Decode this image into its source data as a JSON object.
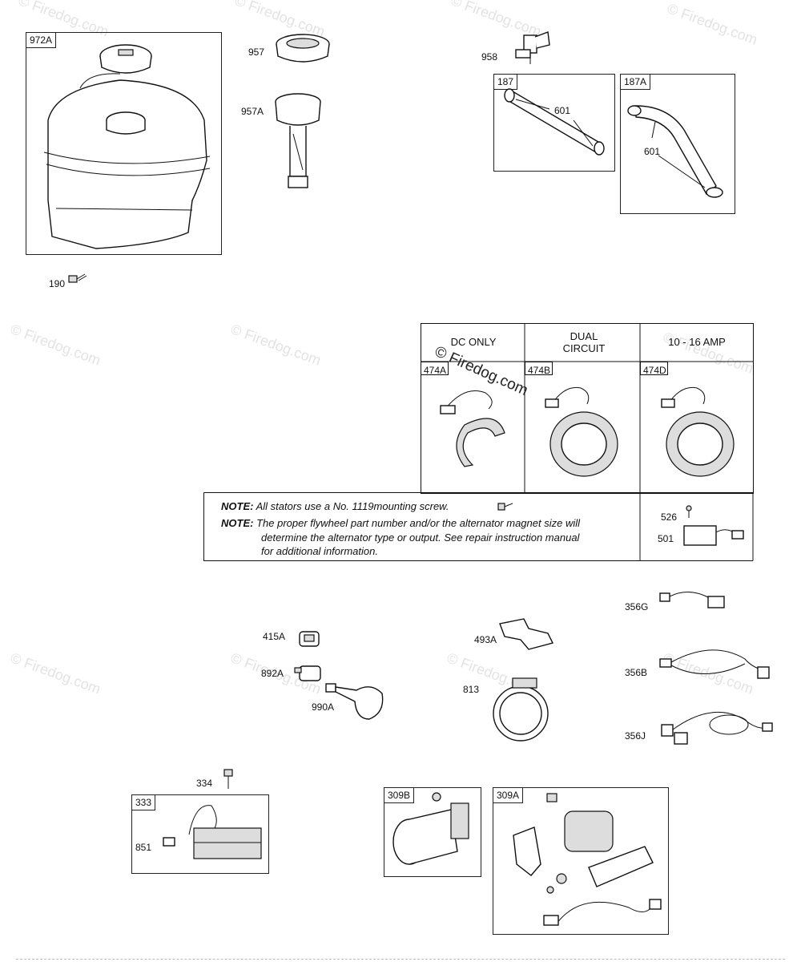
{
  "watermark": "© Firedog.com",
  "parts": {
    "p972A": "972A",
    "p957": "957",
    "p957A": "957A",
    "p958": "958",
    "p187": "187",
    "p187A": "187A",
    "p601a": "601",
    "p601b": "601",
    "p190": "190",
    "p474A": "474A",
    "p474B": "474B",
    "p474D": "474D",
    "p526": "526",
    "p501": "501",
    "p356G": "356G",
    "p356B": "356B",
    "p356J": "356J",
    "p415A": "415A",
    "p892A": "892A",
    "p990A": "990A",
    "p493A": "493A",
    "p813": "813",
    "p334": "334",
    "p333": "333",
    "p851": "851",
    "p309B": "309B",
    "p309A": "309A"
  },
  "alternator_table": {
    "col1": "DC ONLY",
    "col2_line1": "DUAL",
    "col2_line2": "CIRCUIT",
    "col3": "10 - 16 AMP",
    "overlay_watermark": "© Firedog.com"
  },
  "notes": {
    "label": "NOTE:",
    "note1": "All stators use a No. 1119mounting screw.",
    "note2_line1": "The proper flywheel part number and/or the alternator magnet size will",
    "note2_line2": "determine the alternator type or output. See repair instruction manual",
    "note2_line3": "for additional information."
  }
}
